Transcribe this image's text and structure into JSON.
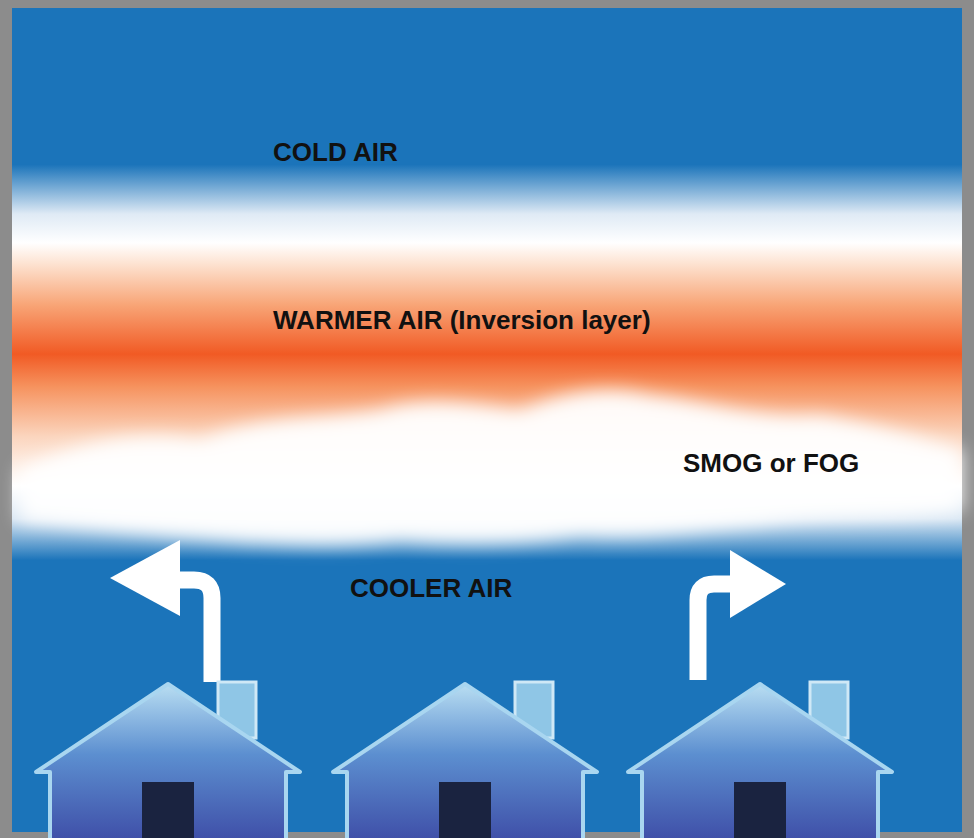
{
  "diagram": {
    "labels": [
      "COLD AIR",
      "WARMER AIR (Inversion layer)",
      "SMOG or FOG",
      "COOLER AIR"
    ]
  }
}
